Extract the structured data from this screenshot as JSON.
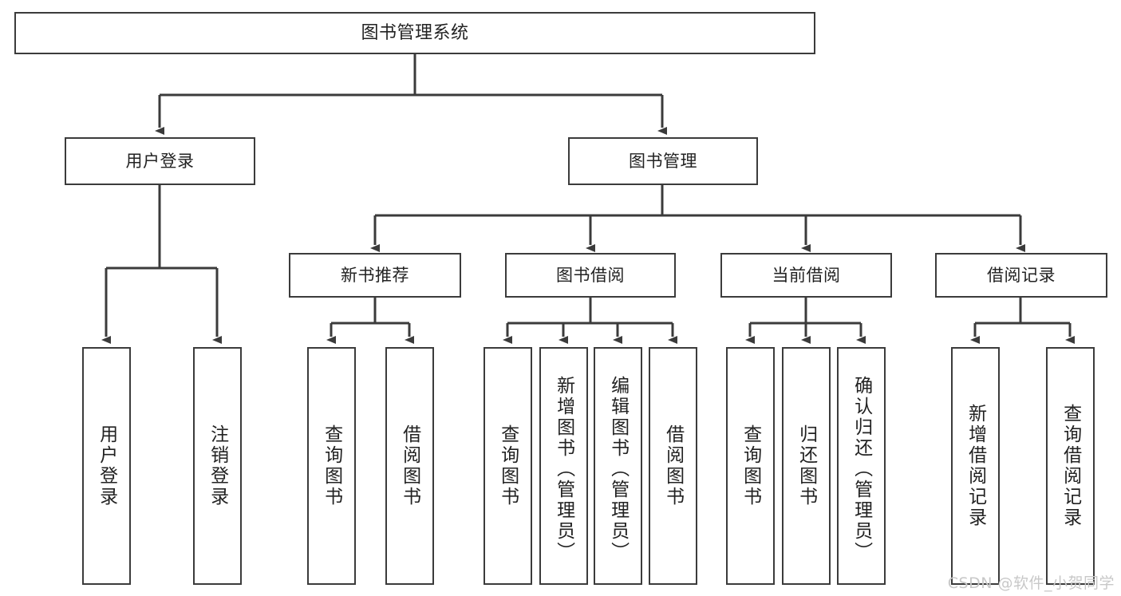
{
  "diagram": {
    "title": "图书管理系统",
    "type": "tree-hierarchy-diagram",
    "watermark": "CSDN @软件_小贺同学",
    "colors": {
      "box_border": "#3b3b3b",
      "box_fill": "#ffffff",
      "connector": "#3b3b3b",
      "text": "#222222",
      "watermark": "#c8c8c8"
    },
    "nodes": {
      "root": {
        "label": "图书管理系统"
      },
      "level2": [
        {
          "label": "用户登录"
        },
        {
          "label": "图书管理"
        }
      ],
      "level3": [
        {
          "label": "新书推荐"
        },
        {
          "label": "图书借阅"
        },
        {
          "label": "当前借阅"
        },
        {
          "label": "借阅记录"
        }
      ],
      "leaves": {
        "user_login": [
          {
            "label": "用户登录"
          },
          {
            "label": "注销登录"
          }
        ],
        "new_book_recommend": [
          {
            "label": "查询图书"
          },
          {
            "label": "借阅图书"
          }
        ],
        "book_borrow": [
          {
            "label": "查询图书"
          },
          {
            "label": "新增图书（管理员）"
          },
          {
            "label": "编辑图书（管理员）"
          },
          {
            "label": "借阅图书"
          }
        ],
        "current_borrow": [
          {
            "label": "查询图书"
          },
          {
            "label": "归还图书"
          },
          {
            "label": "确认归还（管理员）"
          }
        ],
        "borrow_record": [
          {
            "label": "新增借阅记录"
          },
          {
            "label": "查询借阅记录"
          }
        ]
      }
    }
  }
}
